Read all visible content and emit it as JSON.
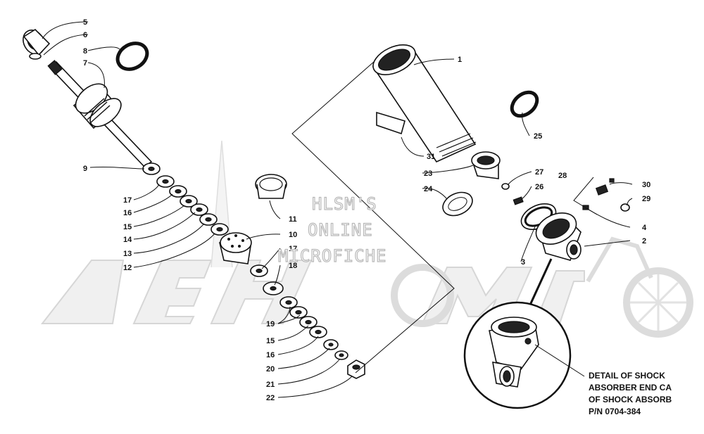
{
  "watermark": {
    "lines": [
      "HLSM'S",
      "ONLINE",
      "MICROFICHE"
    ]
  },
  "detail_note": {
    "lines": [
      "DETAIL OF SHOCK",
      "ABSORBER END CA",
      "OF SHOCK ABSORB",
      "P/N 0704-384"
    ]
  },
  "part_labels": [
    {
      "id": "5",
      "text": "5"
    },
    {
      "id": "6",
      "text": "6"
    },
    {
      "id": "8",
      "text": "8"
    },
    {
      "id": "7",
      "text": "7"
    },
    {
      "id": "9",
      "text": "9"
    },
    {
      "id": "17a",
      "text": "17"
    },
    {
      "id": "16a",
      "text": "16"
    },
    {
      "id": "15a",
      "text": "15"
    },
    {
      "id": "14",
      "text": "14"
    },
    {
      "id": "13",
      "text": "13"
    },
    {
      "id": "12",
      "text": "12"
    },
    {
      "id": "11",
      "text": "11"
    },
    {
      "id": "10",
      "text": "10"
    },
    {
      "id": "17b",
      "text": "17"
    },
    {
      "id": "18",
      "text": "18"
    },
    {
      "id": "19",
      "text": "19"
    },
    {
      "id": "15b",
      "text": "15"
    },
    {
      "id": "16b",
      "text": "16"
    },
    {
      "id": "20",
      "text": "20"
    },
    {
      "id": "21",
      "text": "21"
    },
    {
      "id": "22",
      "text": "22"
    },
    {
      "id": "1",
      "text": "1"
    },
    {
      "id": "25",
      "text": "25"
    },
    {
      "id": "31",
      "text": "31"
    },
    {
      "id": "23",
      "text": "23"
    },
    {
      "id": "24",
      "text": "24"
    },
    {
      "id": "27",
      "text": "27"
    },
    {
      "id": "26",
      "text": "26"
    },
    {
      "id": "28",
      "text": "28"
    },
    {
      "id": "30",
      "text": "30"
    },
    {
      "id": "29",
      "text": "29"
    },
    {
      "id": "4",
      "text": "4"
    },
    {
      "id": "2",
      "text": "2"
    },
    {
      "id": "3",
      "text": "3"
    }
  ]
}
